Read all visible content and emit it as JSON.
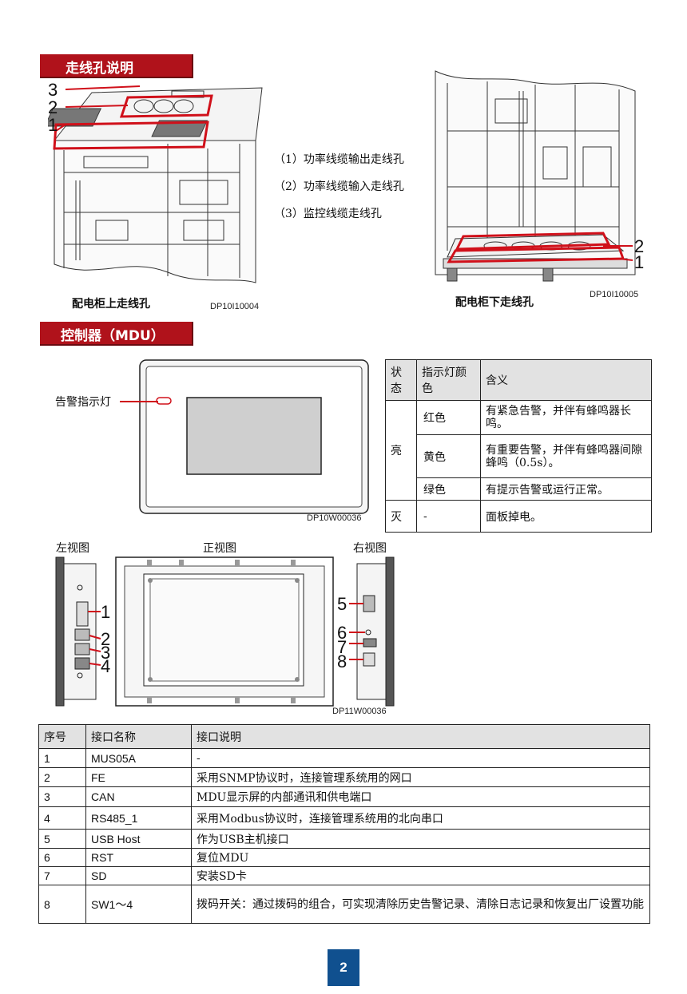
{
  "section1": {
    "title": "走线孔说明"
  },
  "top_figure": {
    "callouts": [
      "3",
      "2",
      "1"
    ],
    "caption": "配电柜上走线孔",
    "code": "DP10I10004"
  },
  "legend": {
    "items": [
      "（1）功率线缆输出走线孔",
      "（2）功率线缆输入走线孔",
      "（3）监控线缆走线孔"
    ]
  },
  "bottom_figure": {
    "callouts": [
      "2",
      "1"
    ],
    "caption": "配电柜下走线孔",
    "code": "DP10I10005"
  },
  "section2": {
    "title": "控制器（MDU）"
  },
  "mdu_front": {
    "alarm_label": "告警指示灯",
    "code": "DP10W00036"
  },
  "led_table": {
    "headers": {
      "state": "状态",
      "color": "指示灯颜色",
      "meaning": "含义"
    },
    "on_label": "亮",
    "on_rows": [
      {
        "color": "红色",
        "meaning": "有紧急告警，并伴有蜂鸣器长鸣。"
      },
      {
        "color": "黄色",
        "meaning": "有重要告警，并伴有蜂鸣器间隙蜂鸣（0.5s）。"
      },
      {
        "color": "绿色",
        "meaning": "有提示告警或运行正常。"
      }
    ],
    "off_row": {
      "state": "灭",
      "color": "-",
      "meaning": "面板掉电。"
    }
  },
  "views": {
    "left_label": "左视图",
    "front_label": "正视图",
    "right_label": "右视图",
    "left_callouts": [
      "1",
      "2",
      "3",
      "4"
    ],
    "right_callouts": [
      "5",
      "6",
      "7",
      "8"
    ],
    "code": "DP11W00036"
  },
  "port_table": {
    "headers": [
      "序号",
      "接口名称",
      "接口说明"
    ],
    "rows": [
      [
        "1",
        "MUS05A",
        "-"
      ],
      [
        "2",
        "FE",
        "采用SNMP协议时，连接管理系统用的网口"
      ],
      [
        "3",
        "CAN",
        "MDU显示屏的内部通讯和供电端口"
      ],
      [
        "4",
        "RS485_1",
        "采用Modbus协议时，连接管理系统用的北向串口"
      ],
      [
        "5",
        "USB Host",
        "作为USB主机接口"
      ],
      [
        "6",
        "RST",
        "复位MDU"
      ],
      [
        "7",
        "SD",
        "安装SD卡"
      ],
      [
        "8",
        "SW1～4",
        "拨码开关：通过拨码的组合，可实现清除历史告警记录、清除日志记录和恢复出厂设置功能"
      ]
    ]
  },
  "page": {
    "number": "2"
  },
  "colors": {
    "accent_red": "#b0121b",
    "callout_red": "#d0101a",
    "page_blue": "#10508f"
  }
}
